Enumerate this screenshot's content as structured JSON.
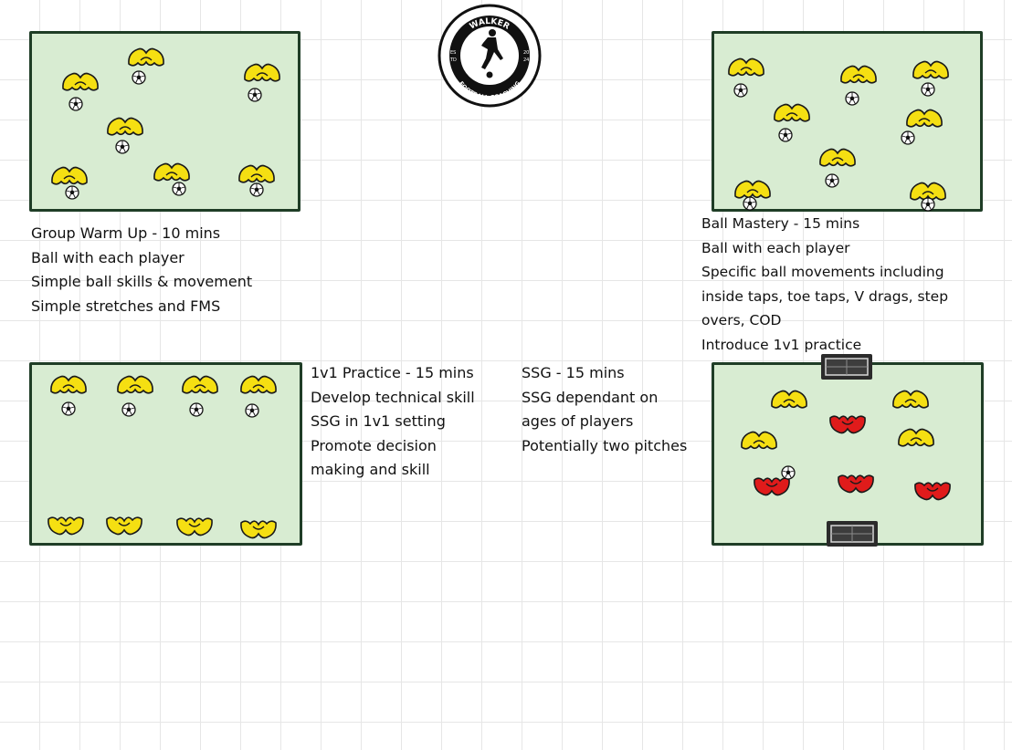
{
  "logo": {
    "name": "WALKER",
    "tagline": "FOOTBALL COACHING",
    "est_left": "ES",
    "est_left2": "TD",
    "est_right": "20",
    "est_right2": "24"
  },
  "colors": {
    "pitch": "#d8ecd2",
    "pitch_border": "#1f3d26",
    "cone_team_a": "#f5df12",
    "cone_team_b": "#e01b1b"
  },
  "sessions": {
    "warm_up": {
      "lines": [
        "Group Warm Up - 10 mins",
        "Ball with each player",
        "Simple ball skills & movement",
        "Simple stretches and FMS"
      ]
    },
    "ball_mastery": {
      "lines": [
        "Ball Mastery - 15 mins",
        "Ball with each player",
        "Specific ball movements including",
        "inside taps, toe taps, V drags, step",
        "overs, COD",
        "Introduce 1v1 practice"
      ]
    },
    "one_v_one": {
      "lines": [
        "1v1 Practice - 15 mins",
        "Develop technical skill",
        "SSG in 1v1 setting",
        "Promote decision",
        "making and skill"
      ]
    },
    "ssg": {
      "lines": [
        "SSG - 15 mins",
        "SSG dependant on",
        "ages of players",
        "Potentially two pitches"
      ]
    }
  }
}
